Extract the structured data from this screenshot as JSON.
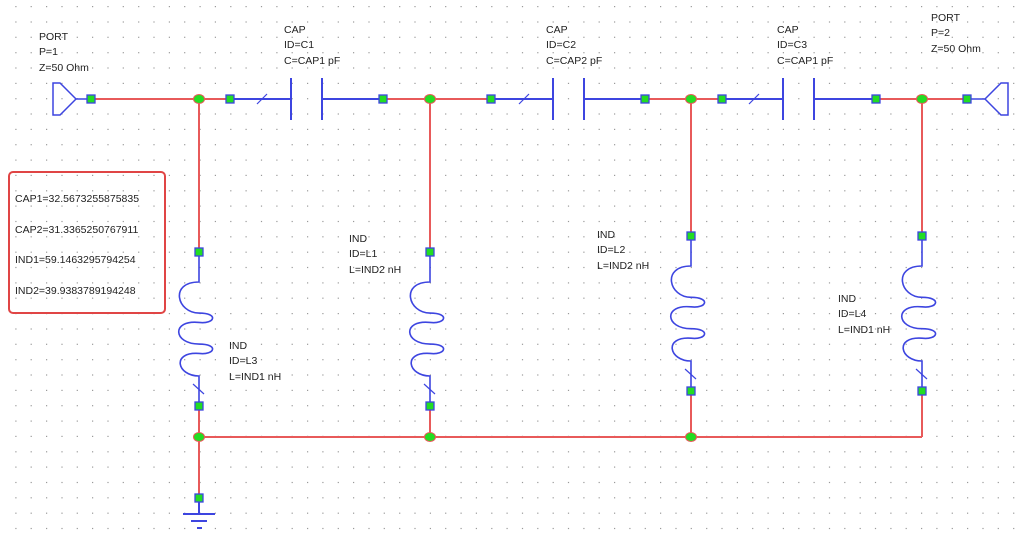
{
  "colors": {
    "wire": "#e85a5a",
    "element": "#3d45e0",
    "node": "#22dd22",
    "grid_dot": "#9a9a9a",
    "highlight_box": "#e04545"
  },
  "ports": [
    {
      "id": "port1",
      "lines": [
        "PORT",
        "P=1",
        "Z=50 Ohm"
      ]
    },
    {
      "id": "port2",
      "lines": [
        "PORT",
        "P=2",
        "Z=50 Ohm"
      ]
    }
  ],
  "capacitors": [
    {
      "id": "C1",
      "lines": [
        "CAP",
        "ID=C1",
        "C=CAP1 pF"
      ]
    },
    {
      "id": "C2",
      "lines": [
        "CAP",
        "ID=C2",
        "C=CAP2 pF"
      ]
    },
    {
      "id": "C3",
      "lines": [
        "CAP",
        "ID=C3",
        "C=CAP1 pF"
      ]
    }
  ],
  "inductors": [
    {
      "id": "L3",
      "lines": [
        "IND",
        "ID=L3",
        "L=IND1 nH"
      ]
    },
    {
      "id": "L1",
      "lines": [
        "IND",
        "ID=L1",
        "L=IND2 nH"
      ]
    },
    {
      "id": "L2",
      "lines": [
        "IND",
        "ID=L2",
        "L=IND2 nH"
      ]
    },
    {
      "id": "L4",
      "lines": [
        "IND",
        "ID=L4",
        "L=IND1 nH"
      ]
    }
  ],
  "variables": [
    "CAP1=32.5673255875835",
    "CAP2=31.3365250767911",
    "IND1=59.1463295794254",
    "IND2=39.9383789194248"
  ]
}
